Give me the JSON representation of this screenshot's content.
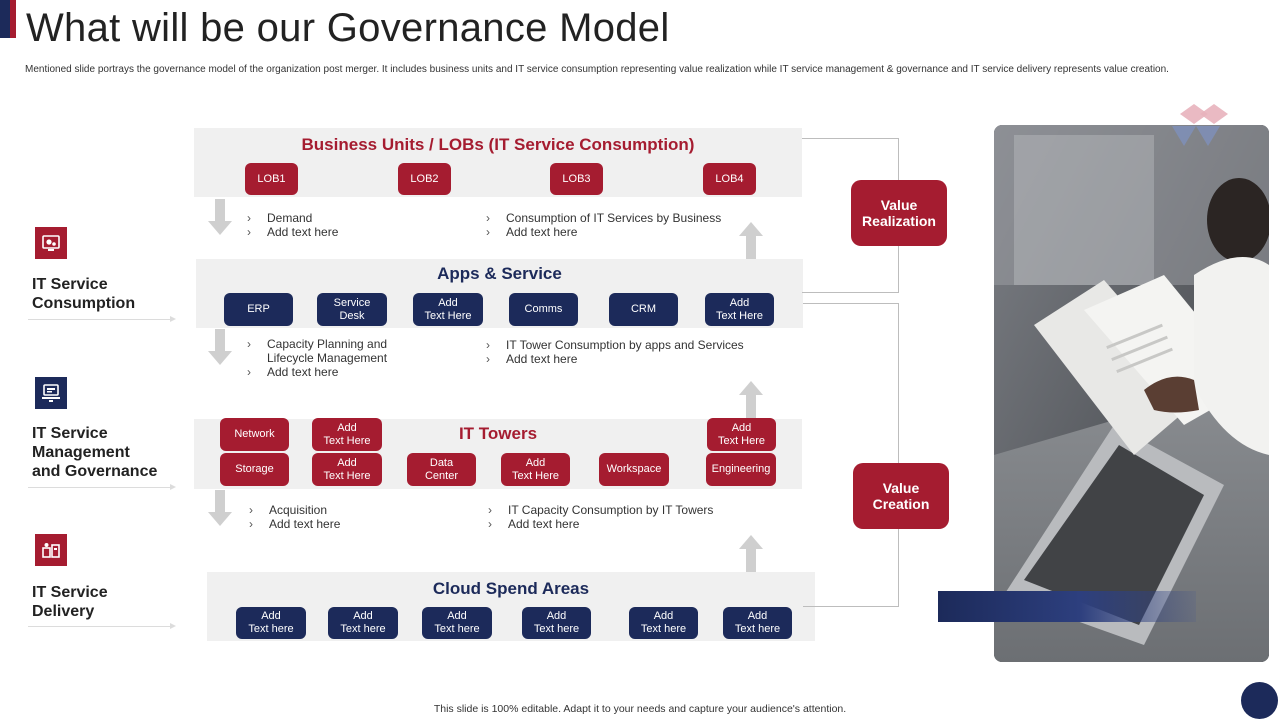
{
  "header": {
    "title": "What will be our Governance Model",
    "subtitle": "Mentioned slide portrays the governance model of the organization post merger. It includes business units and IT  service consumption representing value realization while IT service management  & governance and IT  service delivery represents value creation."
  },
  "footer": "This slide is 100% editable.  Adapt it to your needs and capture your audience's attention.",
  "side_labels": [
    {
      "text": "IT Service\nConsumption",
      "icon": "it-consumption-icon"
    },
    {
      "text": "IT Service\nManagement\nand Governance",
      "icon": "it-management-icon"
    },
    {
      "text": "IT Service\nDelivery",
      "icon": "it-delivery-icon"
    }
  ],
  "business_units": {
    "title": "Business Units / LOBs (IT Service Consumption)",
    "items": [
      "LOB1",
      "LOB2",
      "LOB3",
      "LOB4"
    ]
  },
  "bullets_1": {
    "left": [
      "Demand",
      "Add text here"
    ],
    "right": [
      "Consumption of IT Services by Business",
      "Add text here"
    ]
  },
  "apps_service": {
    "title": "Apps & Service",
    "items": [
      "ERP",
      "Service\nDesk",
      "Add\nText Here",
      "Comms",
      "CRM",
      "Add\nText Here"
    ]
  },
  "bullets_2": {
    "left": [
      "Capacity Planning and\nLifecycle Management",
      "Add text here"
    ],
    "right": [
      "IT Tower Consumption by apps and Services",
      "Add text here"
    ]
  },
  "it_towers": {
    "title": "IT Towers",
    "row1": [
      "Network",
      "Add\nText Here",
      "Add\nText Here"
    ],
    "row2": [
      "Storage",
      "Add\nText Here",
      "Data\nCenter",
      "Add\nText Here",
      "Workspace",
      "Engineering"
    ]
  },
  "bullets_3": {
    "left": [
      "Acquisition",
      "Add text here"
    ],
    "right": [
      "IT Capacity Consumption by IT Towers",
      "Add text here"
    ]
  },
  "cloud_spend": {
    "title": "Cloud Spend Areas",
    "items": [
      "Add\nText here",
      "Add\nText here",
      "Add\nText here",
      "Add\nText here",
      "Add\nText here",
      "Add\nText here"
    ]
  },
  "value_realization": "Value\nRealization",
  "value_creation": "Value\nCreation",
  "colors": {
    "red": "#a51c30",
    "navy": "#1c2a5a",
    "band": "#f0f0f0"
  }
}
